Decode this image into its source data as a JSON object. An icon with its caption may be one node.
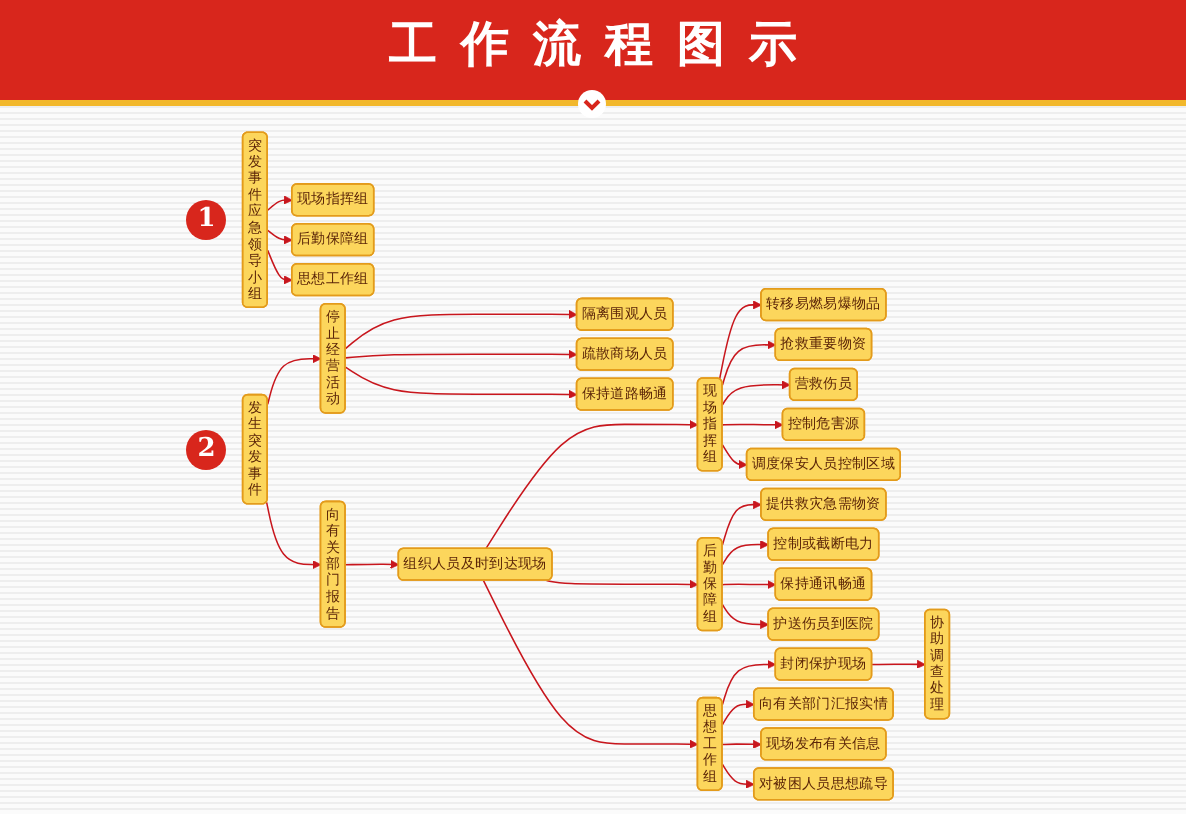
{
  "diagram": {
    "title": "工作流程图示",
    "nodes": [
      {
        "text": [
          "突发事件应急领导小组"
        ]
      },
      {
        "text": [
          "现场指挥组"
        ]
      },
      {
        "text": [
          "后勤保障组"
        ]
      },
      {
        "text": [
          "思想工作组"
        ]
      },
      {
        "text": [
          "发生突发事件"
        ]
      },
      {
        "text": [
          "向有关部门报告"
        ]
      },
      {
        "text": [
          "停止经营活动"
        ]
      },
      {
        "text": [
          "组织人员及时到达现场"
        ]
      },
      {
        "text": [
          "隔离围观人员"
        ]
      },
      {
        "text": [
          "疏散商场人员"
        ]
      },
      {
        "text": [
          "保持道路畅通"
        ]
      },
      {
        "text": [
          "现场指挥组"
        ]
      },
      {
        "text": [
          "后勤保障组"
        ]
      },
      {
        "text": [
          "思想工作组"
        ]
      },
      {
        "text": [
          "转移易燃易爆物品"
        ]
      },
      {
        "text": [
          "抢救重要物资"
        ]
      },
      {
        "text": [
          "营救伤员"
        ]
      },
      {
        "text": [
          "控制危害源"
        ]
      },
      {
        "text": [
          "调度保安人员控制区域"
        ]
      },
      {
        "text": [
          "提供救灾急需物资"
        ]
      },
      {
        "text": [
          "控制或截断电力"
        ]
      },
      {
        "text": [
          "保持通讯畅通"
        ]
      },
      {
        "text": [
          "护送伤员到医院"
        ]
      },
      {
        "text": [
          "封闭保护现场"
        ]
      },
      {
        "text": [
          "向有关部门汇报实情"
        ]
      },
      {
        "text": [
          "现场发布有关信息"
        ]
      },
      {
        "text": [
          "对被困人员思想疏导"
        ]
      },
      {
        "text": [
          "协助调查处理"
        ]
      }
    ],
    "edges": [
      {
        "from": 0,
        "to": 1,
        "arrow": "to"
      },
      {
        "from": 0,
        "to": 2,
        "arrow": "to"
      },
      {
        "from": 0,
        "to": 3,
        "arrow": "to"
      },
      {
        "from": 4,
        "to": 5,
        "arrow": "to"
      },
      {
        "from": 4,
        "to": 6,
        "arrow": "to"
      },
      {
        "from": 5,
        "to": 7,
        "arrow": "to"
      },
      {
        "from": 6,
        "to": 8,
        "arrow": "to"
      },
      {
        "from": 6,
        "to": 9,
        "arrow": "to"
      },
      {
        "from": 6,
        "to": 10,
        "arrow": "to"
      },
      {
        "from": 7,
        "to": 11,
        "arrow": "to"
      },
      {
        "from": 7,
        "to": 12,
        "arrow": "to"
      },
      {
        "from": 7,
        "to": 13,
        "arrow": "to"
      },
      {
        "from": 11,
        "to": 14,
        "arrow": "to"
      },
      {
        "from": 11,
        "to": 15,
        "arrow": "to"
      },
      {
        "from": 11,
        "to": 16,
        "arrow": "to"
      },
      {
        "from": 11,
        "to": 17,
        "arrow": "to"
      },
      {
        "from": 11,
        "to": 18,
        "arrow": "to"
      },
      {
        "from": 12,
        "to": 19,
        "arrow": "to"
      },
      {
        "from": 12,
        "to": 20,
        "arrow": "to"
      },
      {
        "from": 12,
        "to": 21,
        "arrow": "to"
      },
      {
        "from": 12,
        "to": 22,
        "arrow": "to"
      },
      {
        "from": 13,
        "to": 23,
        "arrow": "to"
      },
      {
        "from": 13,
        "to": 24,
        "arrow": "to"
      },
      {
        "from": 13,
        "to": 25,
        "arrow": "to"
      },
      {
        "from": 13,
        "to": 26,
        "arrow": "to"
      },
      {
        "from": 23,
        "to": 27,
        "arrow": "to"
      }
    ],
    "labels": [
      "1",
      "2"
    ]
  }
}
